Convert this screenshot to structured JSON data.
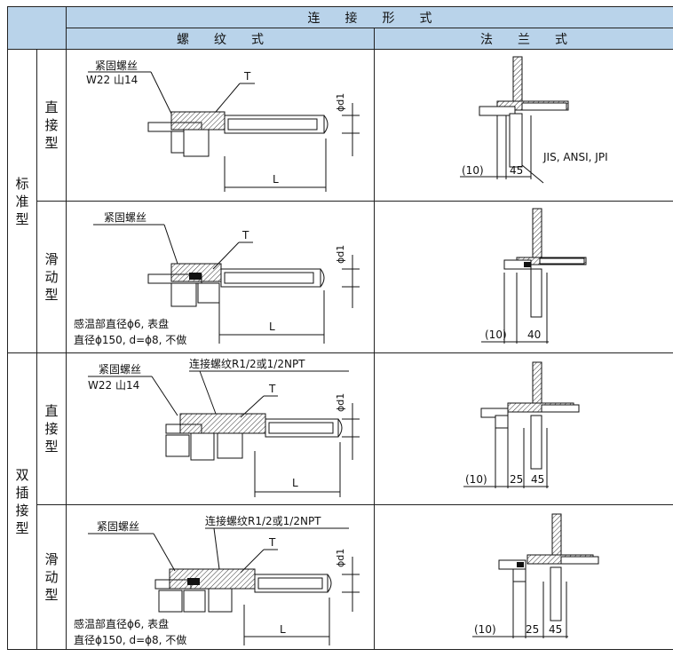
{
  "header": {
    "connection_form": "连　　接　　形　　式",
    "thread_type": "螺　　纹　　式",
    "flange_type": "法　　兰　　式"
  },
  "groups": [
    {
      "label": [
        "标",
        "准",
        "型"
      ],
      "rows": [
        {
          "label": [
            "直",
            "接",
            "型"
          ],
          "thread": {
            "lock_screw": "紧固螺丝",
            "thread_spec": "W22 山14",
            "t": "T",
            "d1": "ϕd1",
            "l": "L"
          },
          "flange": {
            "dim_a": "(10)",
            "dim_b": "45",
            "std": "JIS, ANSI, JPI"
          }
        },
        {
          "label": [
            "滑",
            "动",
            "型"
          ],
          "thread": {
            "lock_screw": "紧固螺丝",
            "t": "T",
            "d1": "ϕd1",
            "l": "L",
            "note1": "感温部直径ϕ6, 表盘",
            "note2": "直径ϕ150, d=ϕ8, 不做"
          },
          "flange": {
            "dim_a": "(10)",
            "dim_b": "40"
          }
        }
      ]
    },
    {
      "label": [
        "双",
        "插",
        "接",
        "型"
      ],
      "rows": [
        {
          "label": [
            "直",
            "接",
            "型"
          ],
          "thread": {
            "lock_screw": "紧固螺丝",
            "thread_spec": "W22 山14",
            "conn_thread": "连接螺纹R1/2或1/2NPT",
            "t": "T",
            "d1": "ϕd1",
            "l": "L"
          },
          "flange": {
            "dim_a": "(10)",
            "dim_c": "25",
            "dim_b": "45"
          }
        },
        {
          "label": [
            "滑",
            "动",
            "型"
          ],
          "thread": {
            "lock_screw": "紧固螺丝",
            "conn_thread": "连接螺纹R1/2或1/2NPT",
            "t": "T",
            "d1": "ϕd1",
            "l": "L",
            "note1": "感温部直径ϕ6, 表盘",
            "note2": "直径ϕ150, d=ϕ8, 不做"
          },
          "flange": {
            "dim_a": "(10)",
            "dim_c": "25",
            "dim_b": "45"
          }
        }
      ]
    }
  ]
}
